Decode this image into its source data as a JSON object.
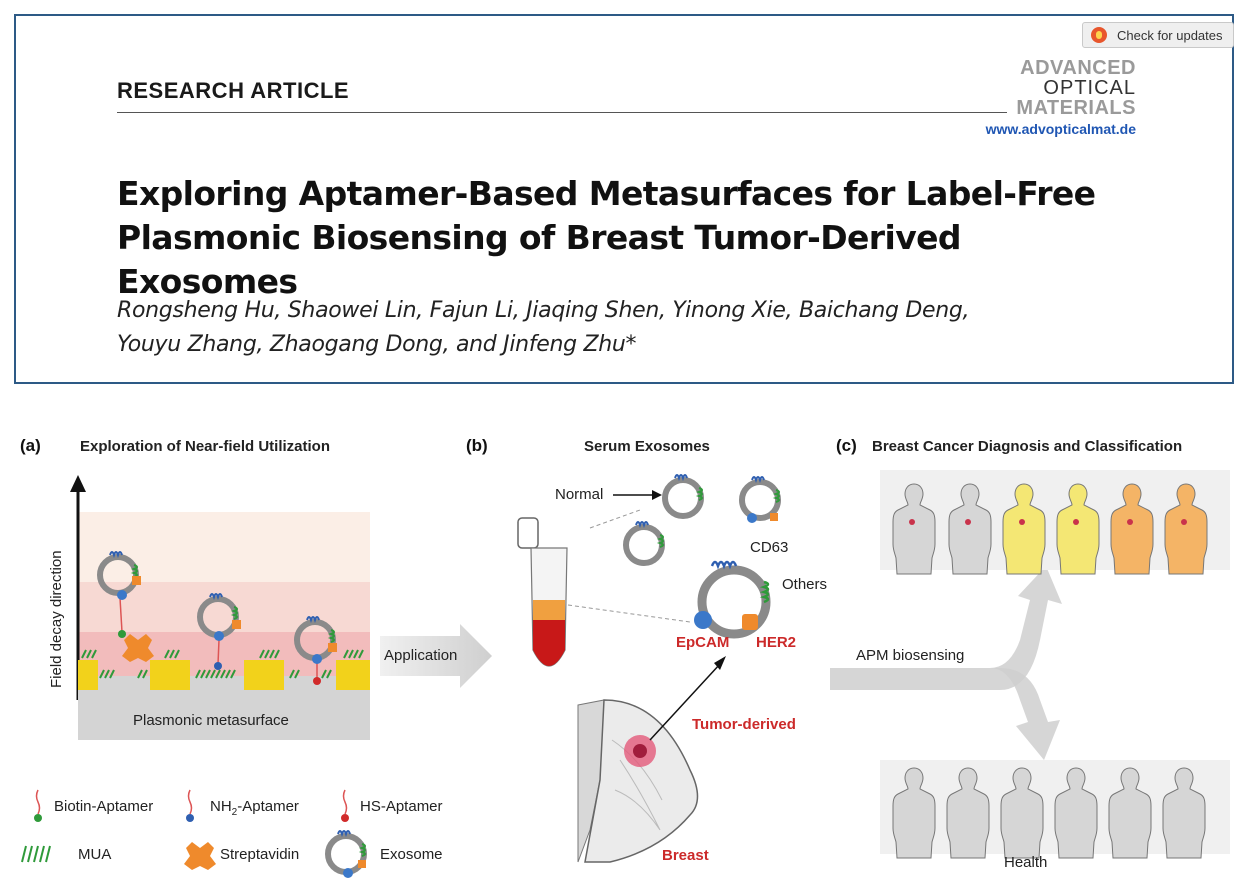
{
  "header": {
    "badge": "Check for updates",
    "kicker": "RESEARCH ARTICLE",
    "journal_logo": [
      "ADVANCED",
      "OPTICAL",
      "MATERIALS"
    ],
    "journal_url": "www.advopticalmat.de",
    "title_line1": "Exploring Aptamer-Based Metasurfaces for Label-Free",
    "title_line2": "Plasmonic Biosensing of Breast Tumor-Derived Exosomes",
    "authors_line1": "Rongsheng Hu, Shaowei Lin, Fajun Li, Jiaqing Shen, Yinong Xie, Baichang Deng,",
    "authors_line2": "Youyu Zhang, Zhaogang Dong, and Jinfeng Zhu*"
  },
  "figure": {
    "panel_a": {
      "label": "(a)",
      "title": "Exploration of Near-field Utilization",
      "axis_label": "Field decay direction",
      "substrate_label": "Plasmonic metasurface"
    },
    "arrow_label": "Application",
    "panel_b": {
      "label": "(b)",
      "title": "Serum Exosomes",
      "normal": "Normal",
      "cd63": "CD63",
      "others": "Others",
      "epcam": "EpCAM",
      "her2": "HER2",
      "tumor": "Tumor-derived",
      "breast": "Breast"
    },
    "panel_c": {
      "label": "(c)",
      "title": "Breast Cancer Diagnosis and Classification",
      "branch_label": "APM biosensing",
      "health": "Health"
    },
    "legend": {
      "biotin": "Biotin-Aptamer",
      "nh2_prefix": "NH",
      "nh2_sub": "2",
      "nh2_suffix": "-Aptamer",
      "hs": "HS-Aptamer",
      "mua": "MUA",
      "streptavidin": "Streptavidin",
      "exosome": "Exosome"
    },
    "colors": {
      "gold": "#f2d21b",
      "gray_substrate": "#d4d4d4",
      "exo_ring": "#8a8a8a",
      "cd63_blue": "#2f5fb0",
      "green": "#2f9a3a",
      "epcam_blue": "#3b78c9",
      "her2_orange": "#ef8a2c",
      "accent_red": "#cc2a2a",
      "figure_yellow": "#f4e774",
      "figure_orange": "#f4b466",
      "figure_gray": "#d6d6d6"
    }
  }
}
